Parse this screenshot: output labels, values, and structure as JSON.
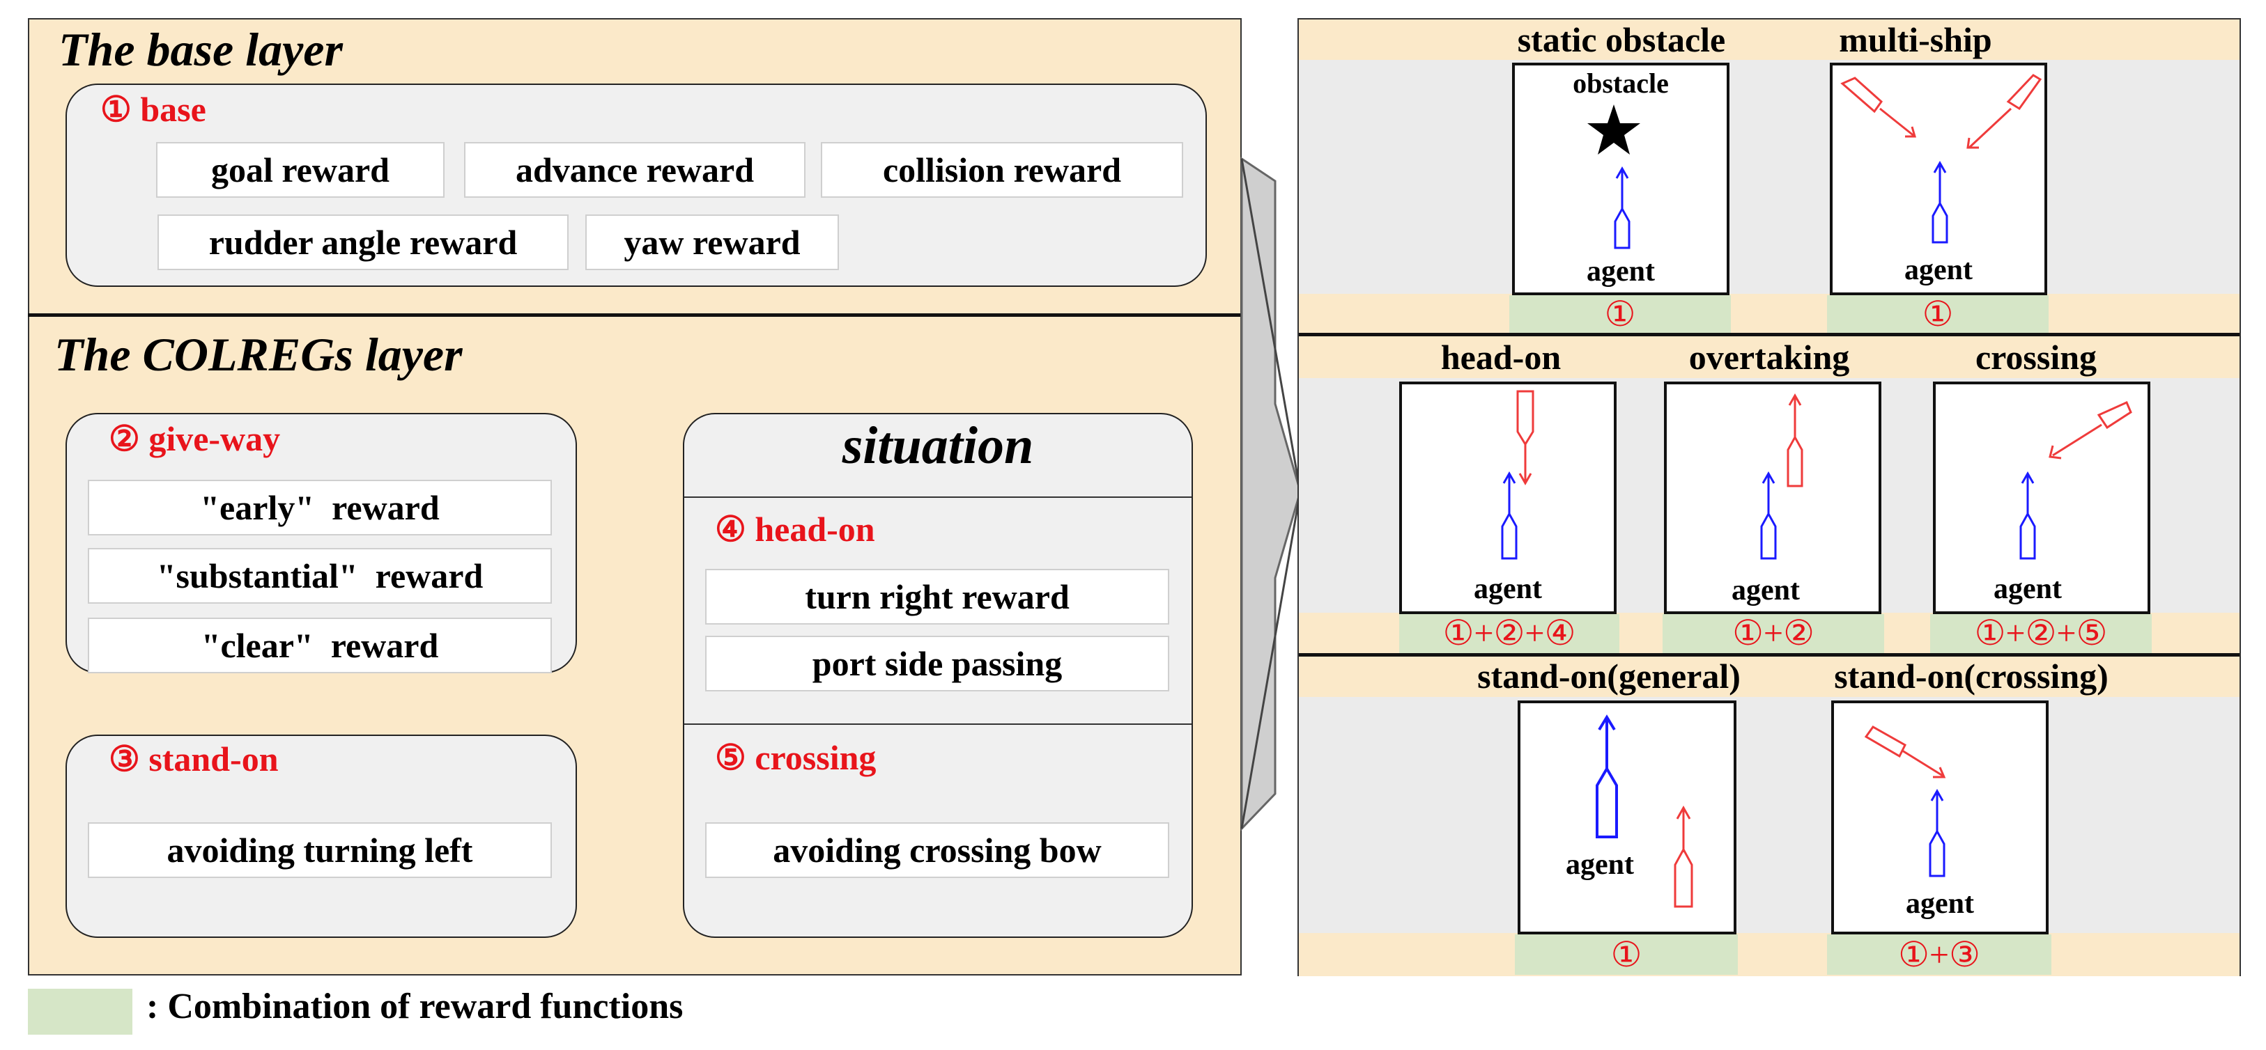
{
  "base_layer": {
    "title": "The base layer",
    "heading": "① base",
    "rewards": [
      "goal reward",
      "advance reward",
      "collision reward",
      "rudder angle reward",
      "yaw reward"
    ]
  },
  "colregs_layer": {
    "title": "The COLREGs layer",
    "give_way": {
      "heading": "② give-way",
      "items": [
        "\"early\"  reward",
        "\"substantial\"  reward",
        "\"clear\"  reward"
      ]
    },
    "stand_on": {
      "heading": "③ stand-on",
      "items": [
        "avoiding turning left"
      ]
    },
    "situation": {
      "title": "situation",
      "head_on": {
        "heading": "④ head-on",
        "items": [
          "turn right reward",
          "port side passing"
        ]
      },
      "crossing": {
        "heading": "⑤ crossing",
        "items": [
          "avoiding crossing bow"
        ]
      }
    }
  },
  "scenarios": {
    "row1": [
      {
        "label": "static obstacle",
        "obstacle_label": "obstacle",
        "agent": "agent",
        "combo": "①"
      },
      {
        "label": "multi-ship",
        "agent": "agent",
        "combo": "①"
      }
    ],
    "row2": [
      {
        "label": "head-on",
        "agent": "agent",
        "combo": "①+②+④"
      },
      {
        "label": "overtaking",
        "agent": "agent",
        "combo": "①+②"
      },
      {
        "label": "crossing",
        "agent": "agent",
        "combo": "①+②+⑤"
      }
    ],
    "row3": [
      {
        "label": "stand-on(general)",
        "agent": "agent",
        "combo": "①"
      },
      {
        "label": "stand-on(crossing)",
        "agent": "agent",
        "combo": "①+③"
      }
    ]
  },
  "legend": {
    "text": ": Combination of reward functions"
  },
  "colors": {
    "panel_bg": "#fbe9c9",
    "combo_green": "#d6e6c7",
    "heading_red": "#e8141b",
    "agent_blue": "#1a1aff",
    "other_ship_red": "#ef3b3b"
  }
}
